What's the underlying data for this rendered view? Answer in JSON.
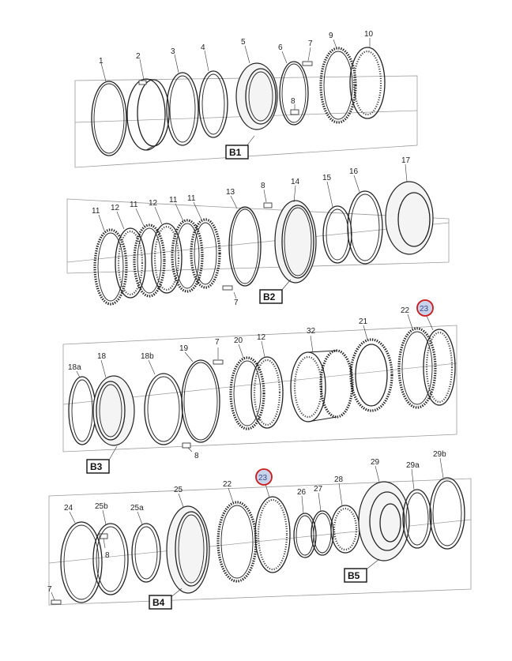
{
  "row1": {
    "labels": [
      "1",
      "2",
      "3",
      "4",
      "5",
      "6",
      "7",
      "8",
      "9",
      "10"
    ],
    "box": "B1"
  },
  "row2": {
    "labels": [
      "11",
      "12",
      "11",
      "12",
      "11",
      "11",
      "13",
      "8",
      "14",
      "15",
      "16",
      "17",
      "7"
    ],
    "box": "B2"
  },
  "row3": {
    "labels": [
      "18a",
      "18",
      "18b",
      "19",
      "7",
      "20",
      "12",
      "32",
      "21",
      "22",
      "8"
    ],
    "highlight": "23",
    "box": "B3"
  },
  "row4": {
    "labels": [
      "24",
      "25b",
      "25a",
      "25",
      "22",
      "26",
      "27",
      "28",
      "29",
      "29a",
      "29b",
      "8",
      "7"
    ],
    "highlight": "23",
    "box_a": "B4",
    "box_b": "B5"
  },
  "colors": {
    "line": "#222222",
    "plane": "#9a9a9a",
    "highlight_fill": "#c7d3ea",
    "highlight_ring": "#d01818"
  }
}
